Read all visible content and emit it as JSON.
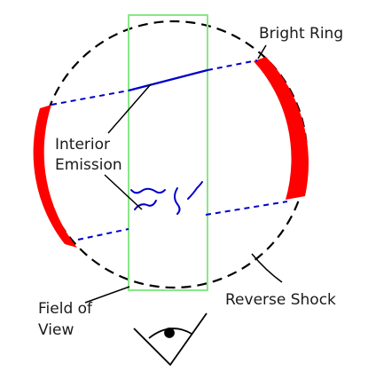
{
  "diagram": {
    "labels": {
      "bright_ring": "Bright Ring",
      "interior_emission_line1": "Interior",
      "interior_emission_line2": "Emission",
      "field_of_view_line1": "Field of",
      "field_of_view_line2": "View",
      "reverse_shock": "Reverse Shock"
    },
    "colors": {
      "ring": "#ff0000",
      "field_of_view": "#88e888",
      "sightlines": "#0000cc",
      "shell_outline": "#000000",
      "text": "#1a1a1a"
    },
    "icons": [
      "eye-icon"
    ]
  }
}
